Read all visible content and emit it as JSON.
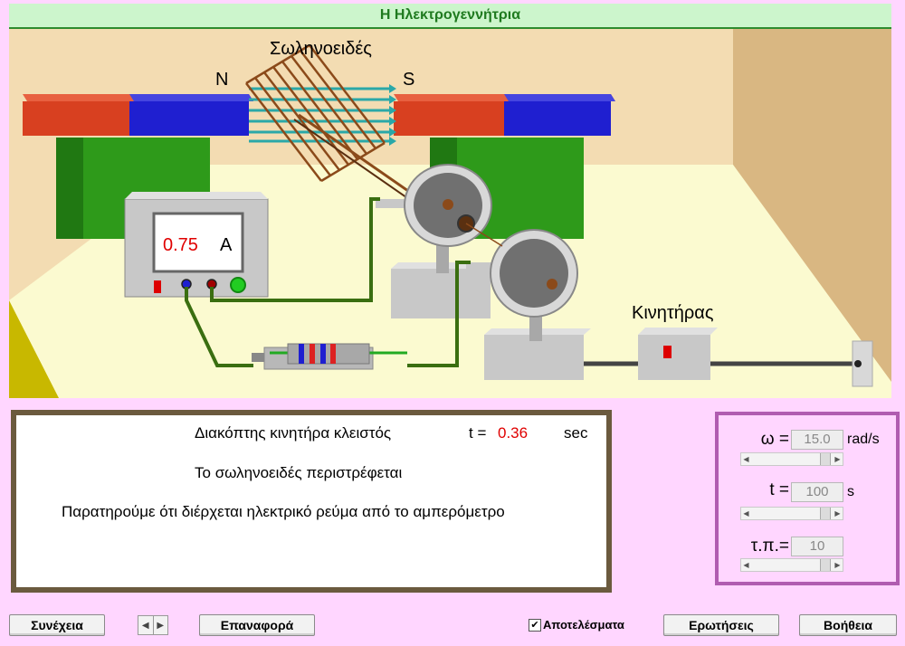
{
  "title": "Η Ηλεκτρογεννήτρια",
  "scene": {
    "solenoid_label": "Σωληνοειδές",
    "pole_n": "N",
    "pole_s": "S",
    "ammeter_value": "0.75",
    "ammeter_unit": "A",
    "motor_label": "Κινητήρας"
  },
  "info": {
    "line1": "Διακόπτης κινητήρα κλειστός",
    "time_label": "t =",
    "time_value": "0.36",
    "time_unit": "sec",
    "line2": "Το σωληνοειδές περιστρέφεται",
    "line3": "Παρατηρούμε ότι διέρχεται ηλεκτρικό ρεύμα από το αμπερόμετρο"
  },
  "controls": {
    "omega": {
      "label": "ω =",
      "value": "15.0",
      "unit": "rad/s",
      "level": 0.95
    },
    "t": {
      "label": "t =",
      "value": "100",
      "unit": "s",
      "level": 0.95
    },
    "tp": {
      "label": "τ.π.=",
      "value": "10",
      "unit": "",
      "level": 0.95
    }
  },
  "buttons": {
    "continue": "Συνέχεια",
    "reset": "Επαναφορά",
    "results": "Αποτελέσματα",
    "results_checked": true,
    "questions": "Ερωτήσεις",
    "help": "Βοήθεια"
  },
  "colors": {
    "background": "#ffd6ff",
    "title_green": "#1f7a1f",
    "magnet_red": "#d84020",
    "magnet_blue": "#1f1fd0",
    "stand_green": "#2e9a1a",
    "wire_green": "#3a6e10",
    "value_red": "#e00000"
  },
  "icons": {
    "stepper": "left-right-arrows-icon",
    "checkbox": "check-icon"
  }
}
